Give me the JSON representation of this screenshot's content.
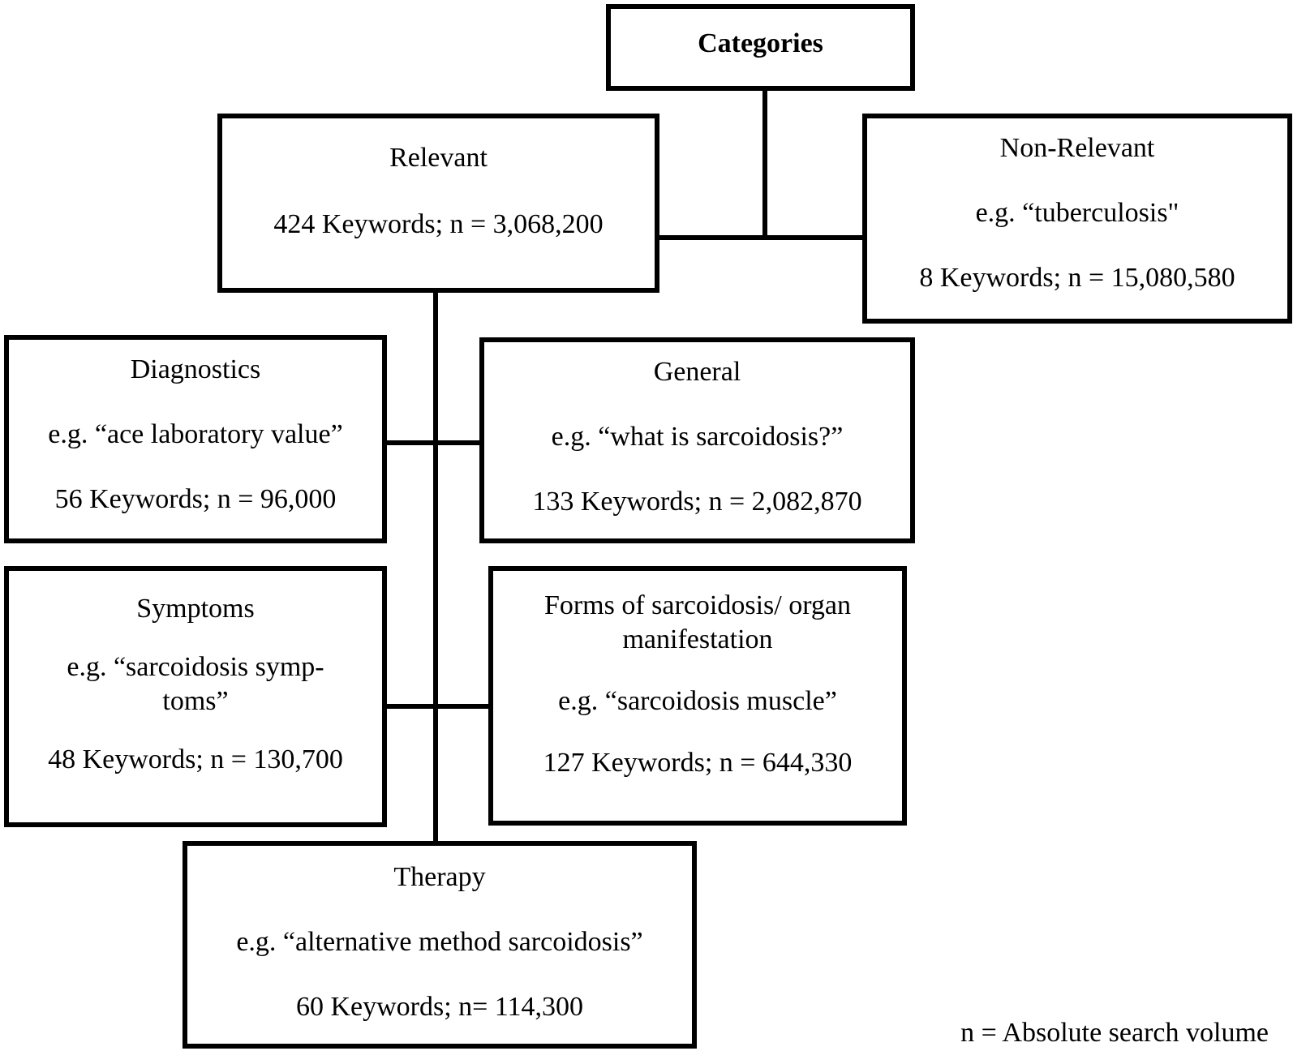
{
  "root": {
    "label": "Categories"
  },
  "relevant": {
    "label": "Relevant",
    "stats": "424 Keywords; n = 3,068,200"
  },
  "non_relevant": {
    "label": "Non-Relevant",
    "example": "e.g. “tuberculosis\"",
    "stats": "8 Keywords; n = 15,080,580"
  },
  "diagnostics": {
    "label": "Diagnostics",
    "example": "e.g. “ace laboratory value”",
    "stats": "56 Keywords; n = 96,000"
  },
  "general": {
    "label": "General",
    "example": "e.g. “what is sarcoidosis?”",
    "stats": "133 Keywords; n = 2,082,870"
  },
  "symptoms": {
    "label": "Symptoms",
    "example_line1": "e.g. “sarcoidosis symp-",
    "example_line2": "toms”",
    "stats": "48 Keywords; n = 130,700"
  },
  "forms": {
    "label_line1": "Forms of sarcoidosis/ organ",
    "label_line2": "manifestation",
    "example": "e.g. “sarcoidosis muscle”",
    "stats": "127 Keywords; n = 644,330"
  },
  "therapy": {
    "label": "Therapy",
    "example": "e.g. “alternative method sarcoidosis”",
    "stats": "60 Keywords; n= 114,300"
  },
  "footnote": "n = Absolute search volume"
}
